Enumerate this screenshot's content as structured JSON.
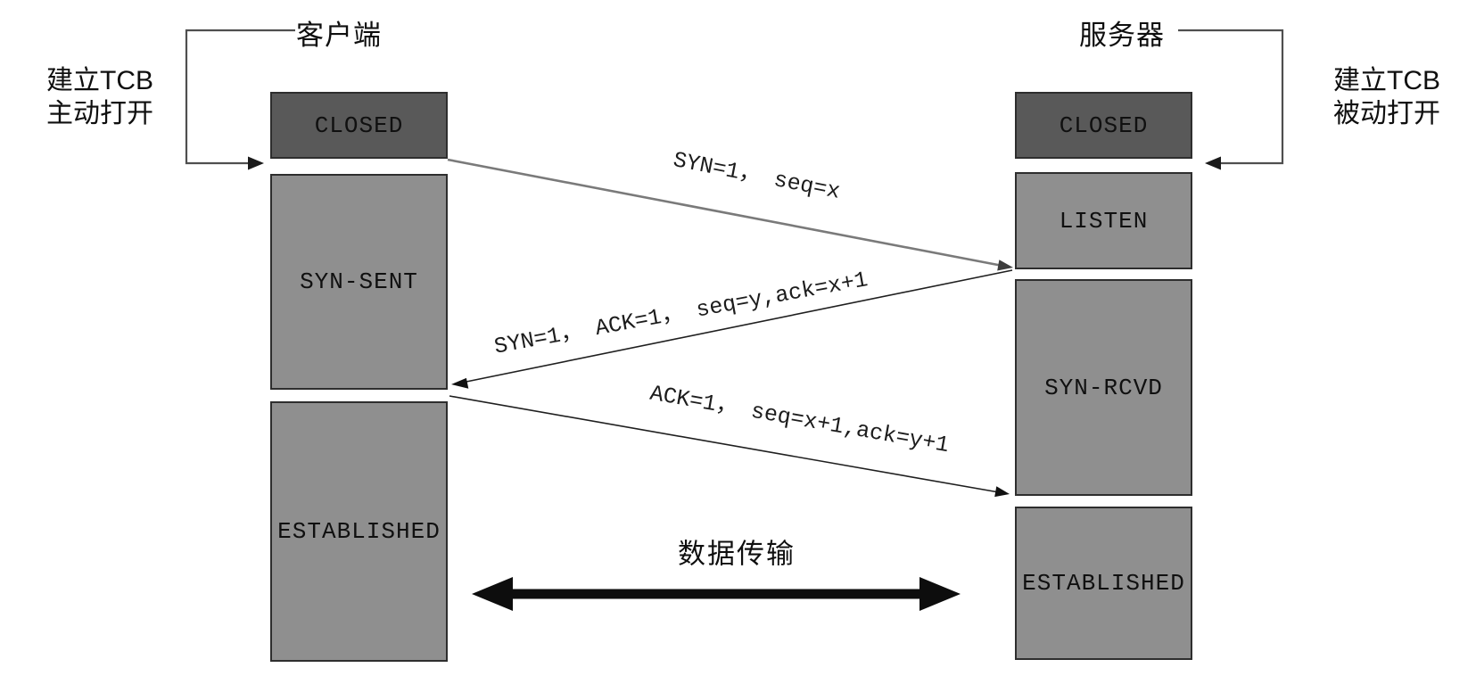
{
  "client": {
    "title": "客户端",
    "note_line1": "建立TCB",
    "note_line2": "主动打开",
    "states": {
      "closed": "CLOSED",
      "syn_sent": "SYN-SENT",
      "established": "ESTABLISHED"
    }
  },
  "server": {
    "title": "服务器",
    "note_line1": "建立TCB",
    "note_line2": "被动打开",
    "states": {
      "closed": "CLOSED",
      "listen": "LISTEN",
      "syn_rcvd": "SYN-RCVD",
      "established": "ESTABLISHED"
    }
  },
  "messages": {
    "syn": "SYN=1， seq=x",
    "syn_ack": "SYN=1， ACK=1， seq=y,ack=x+1",
    "ack": "ACK=1， seq=x+1,ack=y+1",
    "data_transfer": "数据传输"
  },
  "colors": {
    "closed_box": "#595959",
    "state_box": "#8f8f8f",
    "box_border": "#2e2e2e",
    "syn_arrow": "#7a7a7a",
    "black_arrow": "#1a1a1a",
    "background": "#ffffff"
  }
}
